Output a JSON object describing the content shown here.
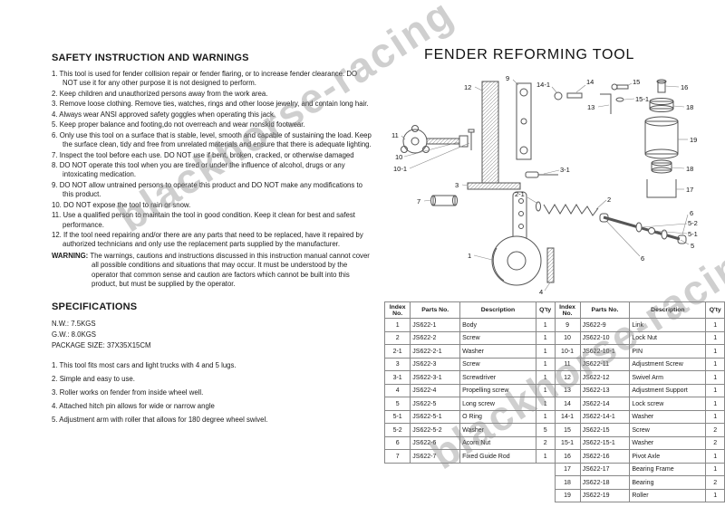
{
  "watermark": "blackhorse-racing",
  "title": "FENDER REFORMING TOOL",
  "safety": {
    "heading": "SAFETY INSTRUCTION AND WARNINGS",
    "items": [
      {
        "num": "1.",
        "text": "This tool is used for fender collision repair or fender flaring, or to increase fender clearance. DO NOT use it for any other purpose it is not designed to perform."
      },
      {
        "num": "2.",
        "text": "Keep children and unauthorized persons away from the work area."
      },
      {
        "num": "3.",
        "text": "Remove loose clothing. Remove ties, watches, rings and other loose jewelry, and contain long hair."
      },
      {
        "num": "4.",
        "text": "Always wear ANSI approved safety goggles when operating this jack."
      },
      {
        "num": "5.",
        "text": "Keep proper balance and footing,do not overreach and wear nonskid footwear."
      },
      {
        "num": "6.",
        "text": "Only use this tool on a surface that is stable, level, smooth and capable of sustaining the load. Keep the surface clean, tidy and free from unrelated materials and ensure that there is adequate lighting."
      },
      {
        "num": "7.",
        "text": "Inspect the tool before each use. DO NOT use if bent, broken, cracked, or otherwise damaged"
      },
      {
        "num": "8.",
        "text": "DO NOT operate this tool when you are tired or under the influence of alcohol, drugs or any intoxicating medication."
      },
      {
        "num": "9.",
        "text": "DO NOT allow untrained persons to operate this product and DO NOT make any modifications to this product."
      },
      {
        "num": "10.",
        "text": "DO NOT expose the tool to rain or snow."
      },
      {
        "num": "11.",
        "text": "Use a qualified person to maintain the tool in good condition. Keep it clean for best and safest performance."
      },
      {
        "num": "12.",
        "text": "If the tool need repairing and/or there are any parts that need to be replaced, have it repaired by authorized technicians and only use the replacement parts supplied by the manufacturer."
      }
    ]
  },
  "warning": {
    "label": "WARNING:",
    "text": "The warnings, cautions and instructions discussed in this instruction manual cannot cover all possible conditions and situations that may occur. It must be understood by the operator that common sense and caution are factors which cannot be built into this product, but must be supplied by the operator."
  },
  "specifications": {
    "heading": "SPECIFICATIONS",
    "lines": [
      "N.W.: 7.5KGS",
      "G.W.: 8.0KGS",
      "PACKAGE SIZE: 37X35X15CM"
    ]
  },
  "features": {
    "items": [
      {
        "num": "1.",
        "text": "This tool fits most cars and light trucks with 4 and 5 lugs."
      },
      {
        "num": "2.",
        "text": "Simple and easy to use."
      },
      {
        "num": "3.",
        "text": "Roller works on fender from inside wheel well."
      },
      {
        "num": "4.",
        "text": "Attached hitch pin allows for wide or narrow angle"
      },
      {
        "num": "5.",
        "text": "Adjustment arm with roller that allows for 180 degree wheel swivel."
      }
    ]
  },
  "diagram": {
    "callouts": [
      "12",
      "9",
      "14-1",
      "14",
      "13",
      "15",
      "15-1",
      "16",
      "18",
      "19",
      "18",
      "17",
      "11",
      "10",
      "10-1",
      "3",
      "3-1",
      "2",
      "2-1",
      "7",
      "1",
      "4",
      "5",
      "5-1",
      "5-2",
      "6",
      "6"
    ]
  },
  "parts_table": {
    "headers": {
      "index": "Index No.",
      "parts": "Parts No.",
      "desc": "Description",
      "qty": "Q'ty"
    },
    "left_rows": [
      {
        "index": "1",
        "parts": "JS622-1",
        "desc": "Body",
        "qty": "1"
      },
      {
        "index": "2",
        "parts": "JS622-2",
        "desc": "Screw",
        "qty": "1"
      },
      {
        "index": "2-1",
        "parts": "JS622-2-1",
        "desc": "Washer",
        "qty": "1"
      },
      {
        "index": "3",
        "parts": "JS622-3",
        "desc": "Screw",
        "qty": "1"
      },
      {
        "index": "3-1",
        "parts": "JS622-3-1",
        "desc": "Screwdriver",
        "qty": "1"
      },
      {
        "index": "4",
        "parts": "JS622-4",
        "desc": "Propelling screw",
        "qty": "1"
      },
      {
        "index": "5",
        "parts": "JS622-5",
        "desc": "Long screw",
        "qty": "1"
      },
      {
        "index": "5-1",
        "parts": "JS622-5-1",
        "desc": "O Ring",
        "qty": "1"
      },
      {
        "index": "5-2",
        "parts": "JS622-5-2",
        "desc": "Washer",
        "qty": "5"
      },
      {
        "index": "6",
        "parts": "JS622-6",
        "desc": "Acorn Nut",
        "qty": "2"
      },
      {
        "index": "7",
        "parts": "JS622-7",
        "desc": "Fixed Guide Rod",
        "qty": "1"
      }
    ],
    "right_rows": [
      {
        "index": "9",
        "parts": "JS622-9",
        "desc": "Link",
        "qty": "1"
      },
      {
        "index": "10",
        "parts": "JS622-10",
        "desc": "Lock Nut",
        "qty": "1"
      },
      {
        "index": "10-1",
        "parts": "JS622-10-1",
        "desc": "PIN",
        "qty": "1"
      },
      {
        "index": "11",
        "parts": "JS622-11",
        "desc": "Adjustment Screw",
        "qty": "1"
      },
      {
        "index": "12",
        "parts": "JS622-12",
        "desc": "Swivel Arm",
        "qty": "1"
      },
      {
        "index": "13",
        "parts": "JS622-13",
        "desc": "Adjustment Support",
        "qty": "1"
      },
      {
        "index": "14",
        "parts": "JS622-14",
        "desc": "Lock screw",
        "qty": "1"
      },
      {
        "index": "14-1",
        "parts": "JS622-14-1",
        "desc": "Washer",
        "qty": "1"
      },
      {
        "index": "15",
        "parts": "JS622-15",
        "desc": "Screw",
        "qty": "2"
      },
      {
        "index": "15-1",
        "parts": "JS622-15-1",
        "desc": "Washer",
        "qty": "2"
      },
      {
        "index": "16",
        "parts": "JS622-16",
        "desc": "Pivot Axle",
        "qty": "1"
      },
      {
        "index": "17",
        "parts": "JS622-17",
        "desc": "Bearing Frame",
        "qty": "1"
      },
      {
        "index": "18",
        "parts": "JS622-18",
        "desc": "Bearing",
        "qty": "2"
      },
      {
        "index": "19",
        "parts": "JS622-19",
        "desc": "Roller",
        "qty": "1"
      }
    ]
  }
}
